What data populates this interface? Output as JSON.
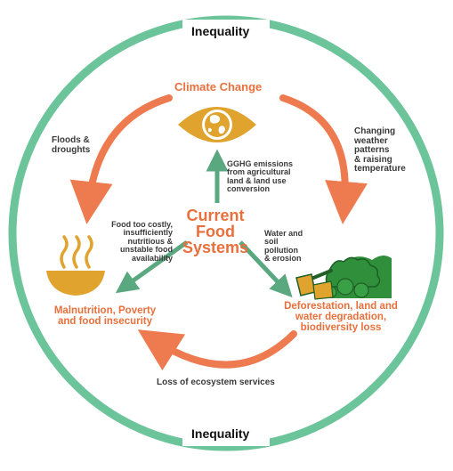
{
  "ring": {
    "top_label": "Inequality",
    "bottom_label": "Inequality"
  },
  "nodes": {
    "center": "Current Food\nSystems",
    "climate": "Climate Change",
    "malnutrition": "Malnutrition, Poverty\nand food insecurity",
    "deforestation": "Deforestation, land and\nwater degradation,\nbiodiversity loss"
  },
  "links": {
    "floods": "Floods &\ndroughts",
    "weather": "Changing\nweather\npatterns\n& raising\ntemperature",
    "ghg": "GGHG emissions\nfrom agricultural\nland & land use\nconversion",
    "food_cost": "Food too costly,\ninsufficiently\nnutritious &\nunstable food\navailability",
    "water": "Water and\nsoil\npollution\n& erosion",
    "ecosystem": "Loss of ecosystem services"
  },
  "icons": [
    "globe-eye-icon",
    "soup-bowl-icon",
    "bulldozer-forest-icon"
  ],
  "colors": {
    "ring": "#6cc49a",
    "orange": "#ee7a50",
    "green_arrow": "#5aa87f",
    "gold": "#e0a32e",
    "forest": "#2f8f3a"
  }
}
